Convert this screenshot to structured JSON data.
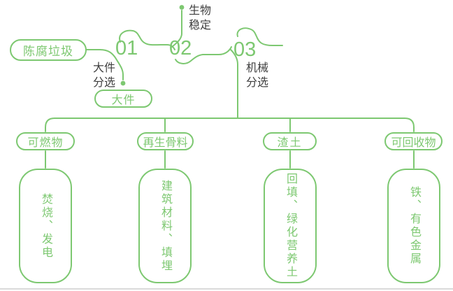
{
  "colors": {
    "accent_green": "#7dc871",
    "dark_text": "#3e3e3e",
    "divider": "#dadada",
    "background": "#ffffff"
  },
  "flow": {
    "source_label": "陈腐垃圾",
    "steps": [
      {
        "number": "01",
        "label": "大件\n分选",
        "output": "大件"
      },
      {
        "number": "02",
        "label": "生物\n稳定"
      },
      {
        "number": "03",
        "label": "机械\n分选"
      }
    ]
  },
  "outputs": [
    {
      "category": "可燃物",
      "uses": "焚烧、发电"
    },
    {
      "category": "再生骨料",
      "uses": "建筑材料、填埋"
    },
    {
      "category": "渣土",
      "uses": "回填、绿化营养土"
    },
    {
      "category": "可回收物",
      "uses": "铁、有色金属"
    }
  ]
}
